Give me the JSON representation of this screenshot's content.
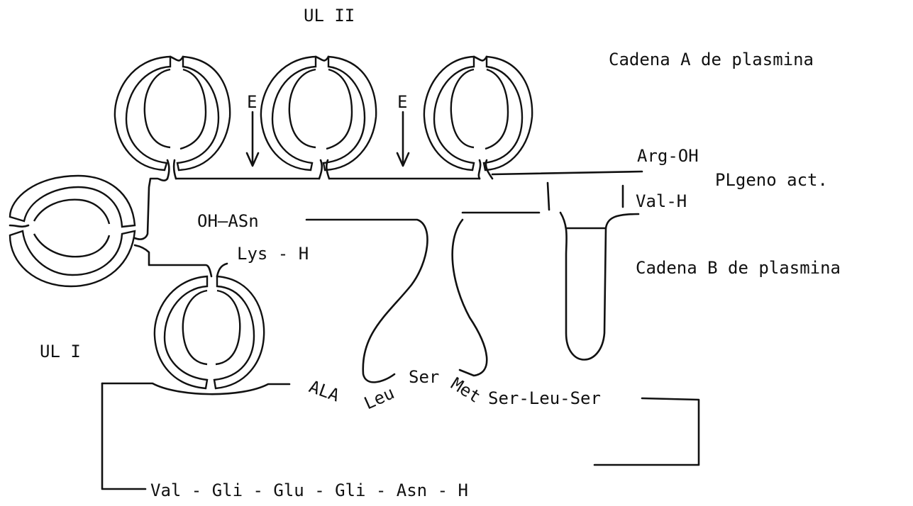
{
  "labels": {
    "ul_ii": "UL II",
    "ul_i": "UL I",
    "cadena_a": "Cadena A de plasmina",
    "cadena_b": "Cadena B de plasmina",
    "e_left": "E",
    "e_right": "E",
    "arg_oh": "Arg-OH",
    "plgeno_act": "PLgeno act.",
    "val_h": "Val-H",
    "oh_asn": "OH—ASn",
    "lys_h": "Lys - H",
    "ala": "ALA",
    "leu": "Leu",
    "ser": "Ser",
    "met": "Met",
    "ser_leu_ser": "Ser-Leu-Ser",
    "bottom_sequence": "Val - Gli - Glu - Gli - Asn - H"
  }
}
